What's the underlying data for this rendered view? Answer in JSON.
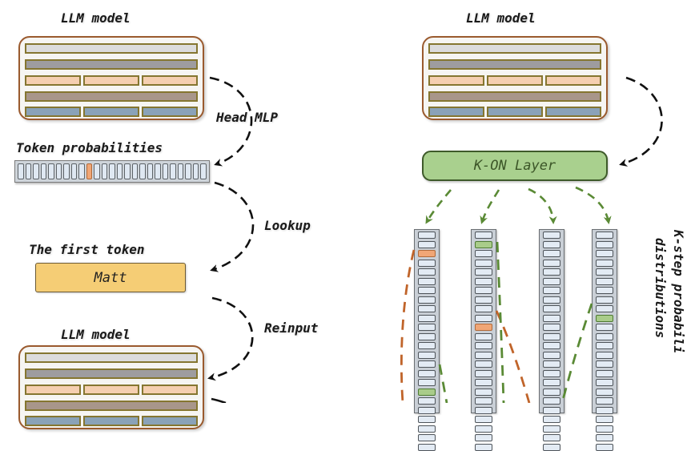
{
  "left_panel": {
    "top_model_title": "LLM model",
    "head_mlp_label": "Head MLP",
    "token_prob_title": "Token probabilities",
    "token_prob": {
      "cell_count": 25,
      "highlighted_index": 9
    },
    "lookup_label": "Lookup",
    "first_token_title": "The first token",
    "first_token_value": "Matt",
    "reinput_label": "Reinput",
    "bottom_model_title": "LLM model"
  },
  "right_panel": {
    "model_title": "LLM model",
    "kon_layer_label": "K-ON Layer",
    "side_label_line1": "K-step probabili",
    "side_label_line2": "distributions",
    "distributions": [
      {
        "orange_index": 2,
        "green_index": 17
      },
      {
        "orange_index": 10,
        "green_index": 1
      },
      {
        "orange_index": null,
        "green_index": null
      },
      {
        "orange_index": null,
        "green_index": 9
      }
    ]
  },
  "llm_layers": [
    {
      "segments": 1,
      "color": "#dcdcdc"
    },
    {
      "segments": 1,
      "color": "#9e9c9f"
    },
    {
      "segments": 3,
      "color": "#f5cfb0"
    },
    {
      "segments": 1,
      "color": "#a8968a"
    },
    {
      "segments": 3,
      "color": "#8aa2b8"
    }
  ],
  "colors": {
    "orange_path": "#c0642a",
    "green_path": "#5a8a35",
    "black_arrow": "#111111"
  }
}
